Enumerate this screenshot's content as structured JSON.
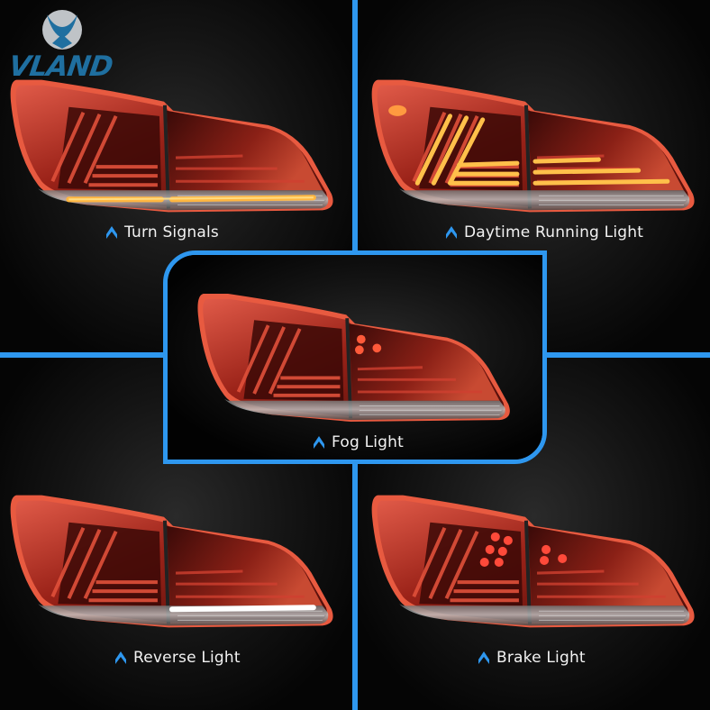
{
  "brand": {
    "name": "VLAND",
    "logo_icon": "vland-emblem-icon",
    "color": "#1f6fa0"
  },
  "accent_color": "#2e97ef",
  "panels": [
    {
      "id": "turn-signals",
      "label": "Turn Signals",
      "icon": "chevron-up-icon",
      "active_light": "amber-bottom-strip"
    },
    {
      "id": "daytime-running-light",
      "label": "Daytime Running Light",
      "icon": "chevron-up-icon",
      "active_light": "amber-l-shape-bars"
    },
    {
      "id": "fog-light",
      "label": "Fog Light",
      "icon": "chevron-up-icon",
      "active_light": "three-red-dots"
    },
    {
      "id": "reverse-light",
      "label": "Reverse Light",
      "icon": "chevron-up-icon",
      "active_light": "white-bottom-strip"
    },
    {
      "id": "brake-light",
      "label": "Brake Light",
      "icon": "chevron-up-icon",
      "active_light": "nine-red-dots"
    }
  ]
}
